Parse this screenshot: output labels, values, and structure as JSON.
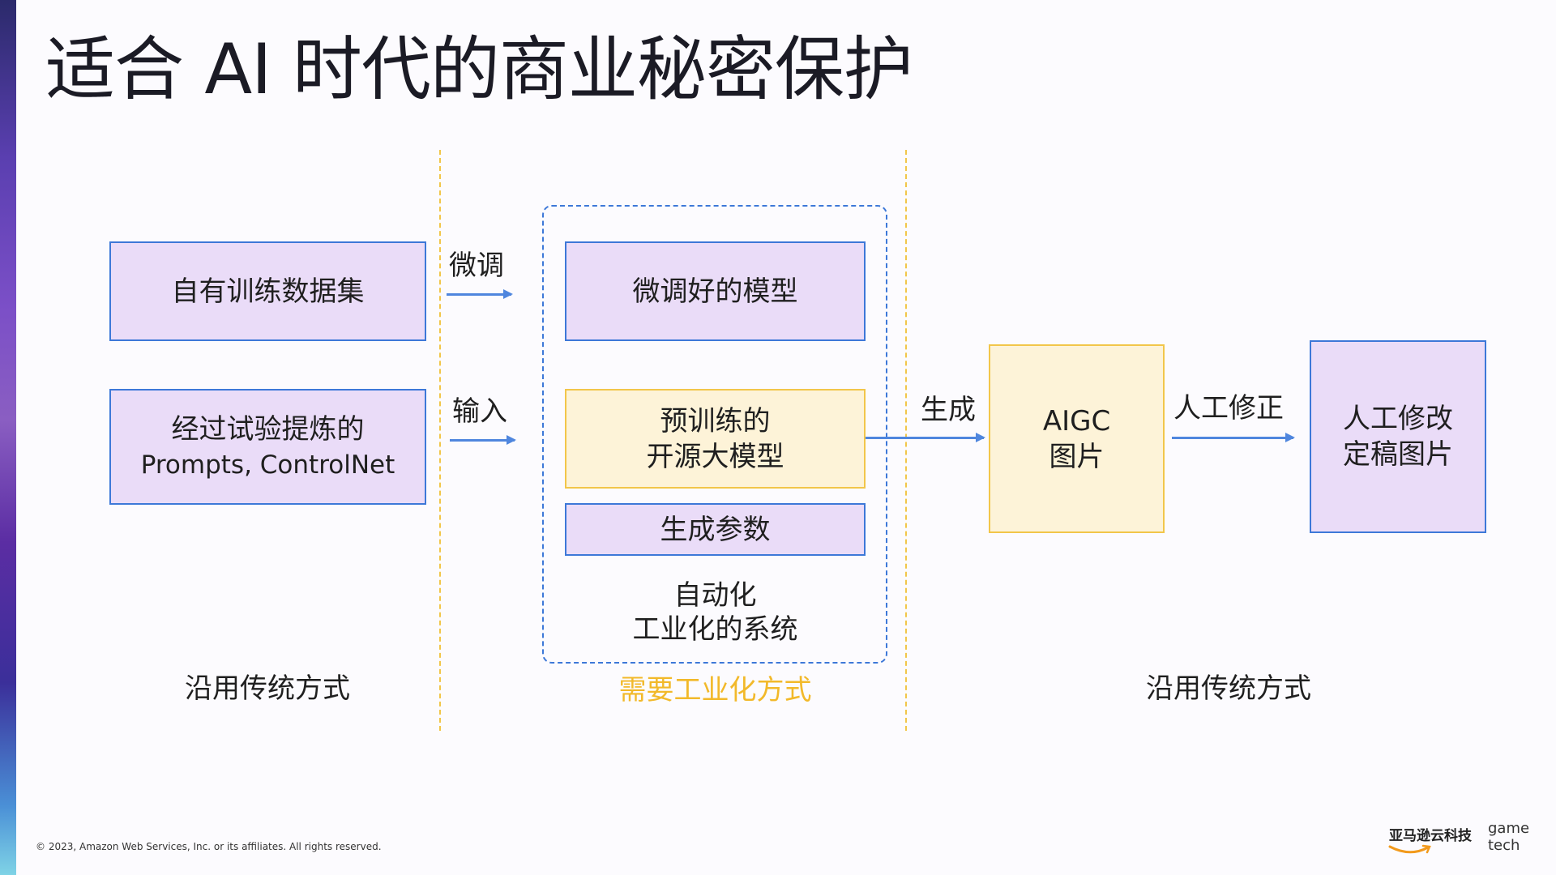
{
  "title": "适合 AI 时代的商业秘密保护",
  "left_column": {
    "box1": "自有训练数据集",
    "box2_line1": "经过试验提炼的",
    "box2_line2": "Prompts, ControlNet",
    "caption": "沿用传统方式"
  },
  "arrows": {
    "finetune": "微调",
    "input": "输入",
    "generate": "生成",
    "manual_fix": "人工修正"
  },
  "middle_column": {
    "finetuned_model": "微调好的模型",
    "pretrained_line1": "预训练的",
    "pretrained_line2": "开源大模型",
    "gen_params": "生成参数",
    "system_line1": "自动化",
    "system_line2": "工业化的系统",
    "caption": "需要工业化方式"
  },
  "right_column": {
    "aigc_line1": "AIGC",
    "aigc_line2": "图片",
    "final_line1": "人工修改",
    "final_line2": "定稿图片",
    "caption": "沿用传统方式"
  },
  "footer": {
    "copyright": "© 2023, Amazon Web Services, Inc. or its affiliates. All rights reserved.",
    "logo_cn": "亚马逊云科技",
    "logo_en_line1": "game",
    "logo_en_line2": "tech"
  },
  "colors": {
    "purple_fill": "#eadcf8",
    "blue_border": "#3d78d8",
    "yellow_fill": "#fdf3d8",
    "yellow_border": "#f2c64a",
    "highlight_text": "#f2b92a"
  }
}
